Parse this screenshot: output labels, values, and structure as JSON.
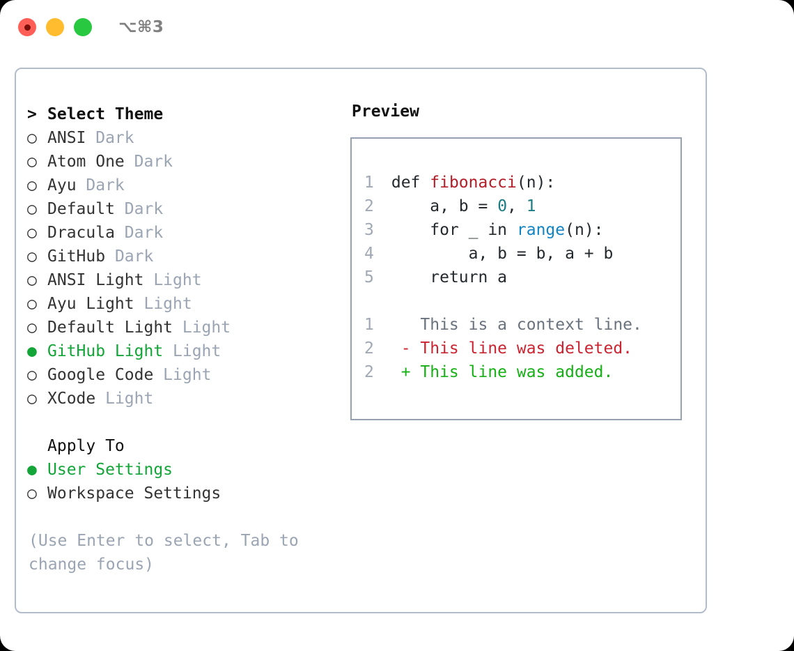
{
  "titlebar": {
    "shortcut": "⌥⌘3",
    "lights": {
      "close": "close-light",
      "minimize": "minimize-light",
      "zoom": "zoom-light"
    }
  },
  "colors": {
    "accent_green": "#13a538",
    "muted": "#9aa4b2",
    "text": "#333333",
    "border": "#b3bcc9",
    "preview_border": "#97a2b0",
    "diff_add": "#16b016",
    "diff_del": "#cb2431",
    "diff_ctx": "#6a737d",
    "syntax_function": "#b31d28",
    "syntax_number": "#1b7c83",
    "syntax_call": "#1184c4"
  },
  "theme_picker": {
    "prompt": ">",
    "title": "Select Theme",
    "marker_unselected": "○",
    "marker_selected": "●",
    "items": [
      {
        "name": "ANSI",
        "tag": "Dark",
        "selected": false
      },
      {
        "name": "Atom One",
        "tag": "Dark",
        "selected": false
      },
      {
        "name": "Ayu",
        "tag": "Dark",
        "selected": false
      },
      {
        "name": "Default",
        "tag": "Dark",
        "selected": false
      },
      {
        "name": "Dracula",
        "tag": "Dark",
        "selected": false
      },
      {
        "name": "GitHub",
        "tag": "Dark",
        "selected": false
      },
      {
        "name": "ANSI Light",
        "tag": "Light",
        "selected": false
      },
      {
        "name": "Ayu Light",
        "tag": "Light",
        "selected": false
      },
      {
        "name": "Default Light",
        "tag": "Light",
        "selected": false
      },
      {
        "name": "GitHub Light",
        "tag": "Light",
        "selected": true
      },
      {
        "name": "Google Code",
        "tag": "Light",
        "selected": false
      },
      {
        "name": "XCode",
        "tag": "Light",
        "selected": false
      }
    ]
  },
  "apply_to": {
    "title": "Apply To",
    "items": [
      {
        "name": "User Settings",
        "selected": true
      },
      {
        "name": "Workspace Settings",
        "selected": false
      }
    ]
  },
  "hint": "(Use Enter to select, Tab to change focus)",
  "preview": {
    "title": "Preview",
    "code_lines": [
      {
        "lno": "1",
        "parts": [
          {
            "t": "def ",
            "k": "def"
          },
          {
            "t": "fibonacci",
            "k": "fn"
          },
          {
            "t": "(n):",
            "k": "plain"
          }
        ]
      },
      {
        "lno": "2",
        "parts": [
          {
            "t": "    a, b = ",
            "k": "plain"
          },
          {
            "t": "0",
            "k": "num"
          },
          {
            "t": ", ",
            "k": "plain"
          },
          {
            "t": "1",
            "k": "num"
          }
        ]
      },
      {
        "lno": "3",
        "parts": [
          {
            "t": "    for _ in ",
            "k": "plain"
          },
          {
            "t": "range",
            "k": "call"
          },
          {
            "t": "(n):",
            "k": "plain"
          }
        ]
      },
      {
        "lno": "4",
        "parts": [
          {
            "t": "        a, b = b, a + b",
            "k": "plain"
          }
        ]
      },
      {
        "lno": "5",
        "parts": [
          {
            "t": "    return a",
            "k": "plain"
          }
        ]
      }
    ],
    "diff_lines": [
      {
        "lno": "1",
        "sign": " ",
        "text": "This is a context line.",
        "kind": "ctx"
      },
      {
        "lno": "2",
        "sign": "-",
        "text": "This line was deleted.",
        "kind": "del"
      },
      {
        "lno": "2",
        "sign": "+",
        "text": "This line was added.",
        "kind": "add"
      }
    ]
  }
}
